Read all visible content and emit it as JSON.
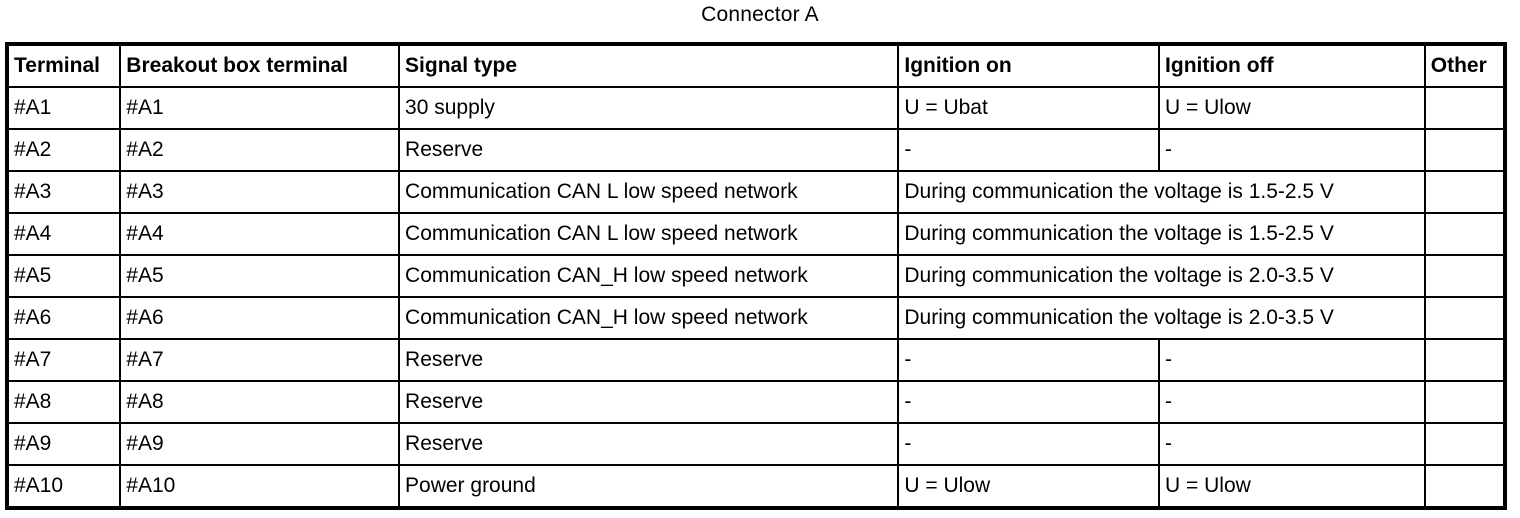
{
  "title": "Connector A",
  "table": {
    "headers": [
      "Terminal",
      "Breakout box terminal",
      "Signal type",
      "Ignition on",
      "Ignition off",
      "Other"
    ],
    "rows": [
      {
        "cells": [
          {
            "t": "#A1"
          },
          {
            "t": "#A1"
          },
          {
            "t": "30 supply"
          },
          {
            "t": "U = Ubat"
          },
          {
            "t": "U = Ulow"
          },
          {
            "t": ""
          }
        ]
      },
      {
        "cells": [
          {
            "t": "#A2"
          },
          {
            "t": "#A2"
          },
          {
            "t": "Reserve"
          },
          {
            "t": "-"
          },
          {
            "t": "-"
          },
          {
            "t": ""
          }
        ]
      },
      {
        "cells": [
          {
            "t": "#A3"
          },
          {
            "t": "#A3"
          },
          {
            "t": "Communication CAN L low speed network"
          },
          {
            "t": "During communication the voltage is 1.5-2.5 V",
            "colspan": 2
          },
          {
            "t": ""
          }
        ]
      },
      {
        "cells": [
          {
            "t": "#A4"
          },
          {
            "t": "#A4"
          },
          {
            "t": "Communication CAN L low speed network"
          },
          {
            "t": "During communication the voltage is 1.5-2.5 V",
            "colspan": 2
          },
          {
            "t": ""
          }
        ]
      },
      {
        "cells": [
          {
            "t": "#A5"
          },
          {
            "t": "#A5"
          },
          {
            "t": "Communication CAN_H low speed network"
          },
          {
            "t": "During communication the voltage is 2.0-3.5 V",
            "colspan": 2
          },
          {
            "t": ""
          }
        ]
      },
      {
        "cells": [
          {
            "t": "#A6"
          },
          {
            "t": "#A6"
          },
          {
            "t": "Communication CAN_H low speed network"
          },
          {
            "t": "During communication the voltage is 2.0-3.5 V",
            "colspan": 2
          },
          {
            "t": ""
          }
        ]
      },
      {
        "cells": [
          {
            "t": "#A7"
          },
          {
            "t": "#A7"
          },
          {
            "t": "Reserve"
          },
          {
            "t": "-"
          },
          {
            "t": "-"
          },
          {
            "t": ""
          }
        ]
      },
      {
        "cells": [
          {
            "t": "#A8"
          },
          {
            "t": "#A8"
          },
          {
            "t": "Reserve"
          },
          {
            "t": "-"
          },
          {
            "t": "-"
          },
          {
            "t": ""
          }
        ]
      },
      {
        "cells": [
          {
            "t": "#A9"
          },
          {
            "t": "#A9"
          },
          {
            "t": "Reserve"
          },
          {
            "t": "-"
          },
          {
            "t": "-"
          },
          {
            "t": ""
          }
        ]
      },
      {
        "cells": [
          {
            "t": "#A10"
          },
          {
            "t": "#A10"
          },
          {
            "t": "Power ground"
          },
          {
            "t": "U = Ulow"
          },
          {
            "t": "U = Ulow"
          },
          {
            "t": ""
          }
        ]
      }
    ]
  },
  "colors": {
    "border": "#000000",
    "text": "#000000",
    "background": "#ffffff"
  }
}
